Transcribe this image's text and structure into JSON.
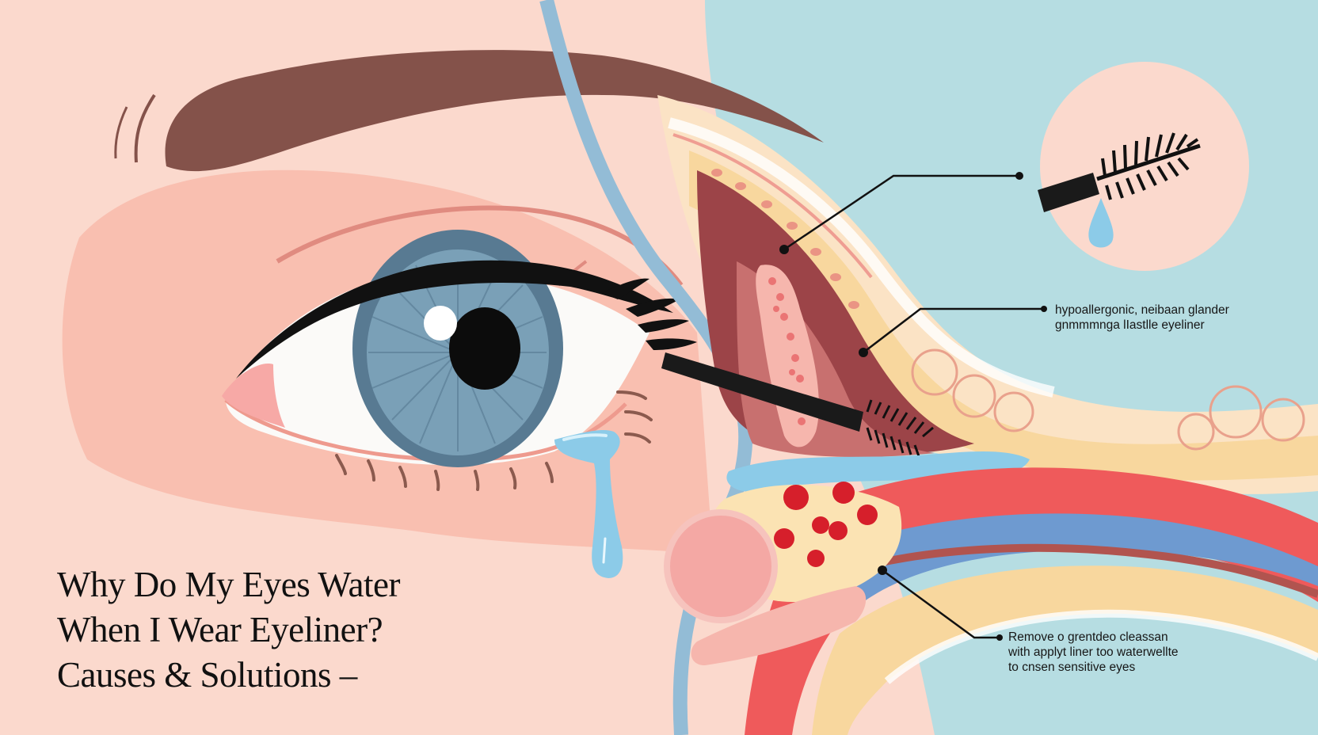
{
  "title": {
    "line1": "Why Do My Eyes Water",
    "line2": "When I Wear Eyeliner?",
    "line3": "Causes & Solutions –"
  },
  "callouts": [
    {
      "lines": [
        "hypoallergonic, neibaan glander",
        "gnmmmnga lIastlle eyeliner"
      ]
    },
    {
      "lines": [
        "Remove o  grentdeo cleassan",
        "with applyt liner  too waterwellte",
        "to cnsen sensitive eyes"
      ]
    }
  ],
  "inset": {
    "icon": "mascara-wand-icon",
    "drop_icon": "tear-drop-icon"
  },
  "colors": {
    "skin": "#fbd9cd",
    "skin_shadow": "#f9bfb0",
    "background_blue": "#b6dde2",
    "brow": "#84524a",
    "iris": "#6c94ab",
    "tear": "#8ccbe8",
    "tissue_dark": "#9c4448",
    "fat_yellow": "#f8d79e",
    "vessel_red": "#ef5a5b",
    "vessel_blue": "#6e9ad0"
  }
}
